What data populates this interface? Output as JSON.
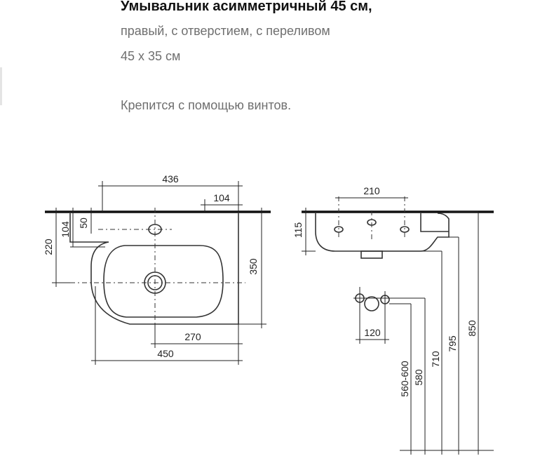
{
  "header": {
    "title": "Умывальник асимметричный 45 см,",
    "line2": "правый, с отверстием, с переливом",
    "line3": "45 x 35 см",
    "line4": "Крепится с помощью винтов."
  },
  "plan_view": {
    "dim_top_width": "436",
    "dim_tap_offset": "104",
    "dim_tap_depth": "50",
    "dim_tap_from_wall": "104",
    "dim_drain_from_wall": "220",
    "dim_total_depth": "350",
    "dim_bottom_partial": "270",
    "dim_bottom_width": "450"
  },
  "side_view": {
    "dim_hole_spacing": "210",
    "dim_basin_height": "115",
    "dim_valve_spacing": "120",
    "heights": [
      "560-600",
      "580",
      "710",
      "795",
      "850"
    ]
  }
}
